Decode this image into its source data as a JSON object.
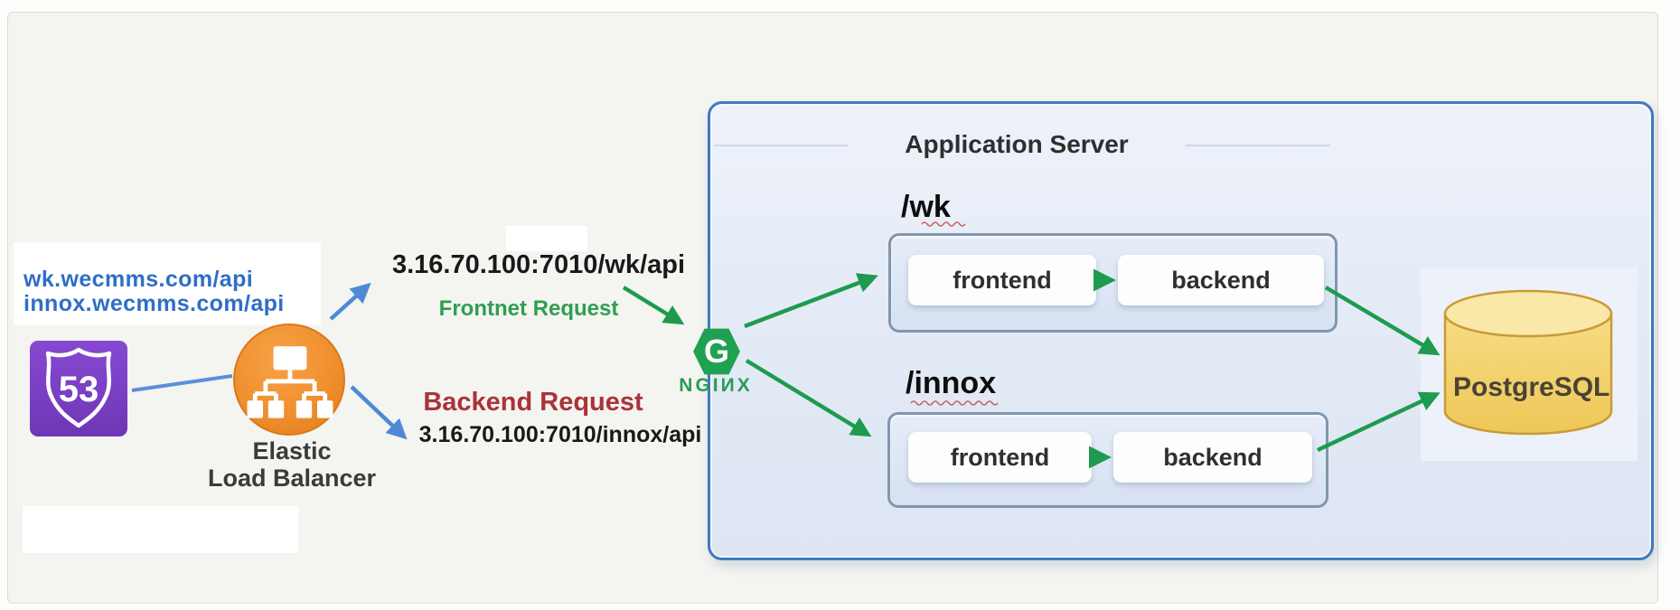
{
  "diagram": {
    "dns": {
      "line1": "wk.wecmms.com/api",
      "line2": "innox.wecmms.com/api"
    },
    "route53": {
      "badge": "53"
    },
    "elb": {
      "label_line1": "Elastic",
      "label_line2": "Load Balancer"
    },
    "frontend_request": {
      "ip": "3.16.70.100:7010/wk/api",
      "label": "Frontnet Request"
    },
    "backend_request": {
      "label": "Backend Request",
      "ip": "3.16.70.100:7010/innox/api"
    },
    "nginx": {
      "logo_letter": "G",
      "name": "NGIИX"
    },
    "app_server": {
      "title": "Application Server",
      "services": [
        {
          "path": "/wk",
          "nodes": [
            "frontend",
            "backend"
          ]
        },
        {
          "path": "/innox",
          "nodes": [
            "frontend",
            "backend"
          ]
        }
      ]
    },
    "database": {
      "name": "PostgreSQL"
    },
    "colors": {
      "arrow_blue": "#4f89d6",
      "arrow_green": "#1e9b4e",
      "dns_blue": "#2f6ec6",
      "frontnet_green": "#2f9e50",
      "backend_red": "#a93438",
      "route53_purple": "#7a3fc4",
      "elb_orange": "#ef8f2e",
      "nginx_green": "#1fa152",
      "postgres_yellow": "#f3d678",
      "app_box_border": "#3e7ac0"
    }
  }
}
